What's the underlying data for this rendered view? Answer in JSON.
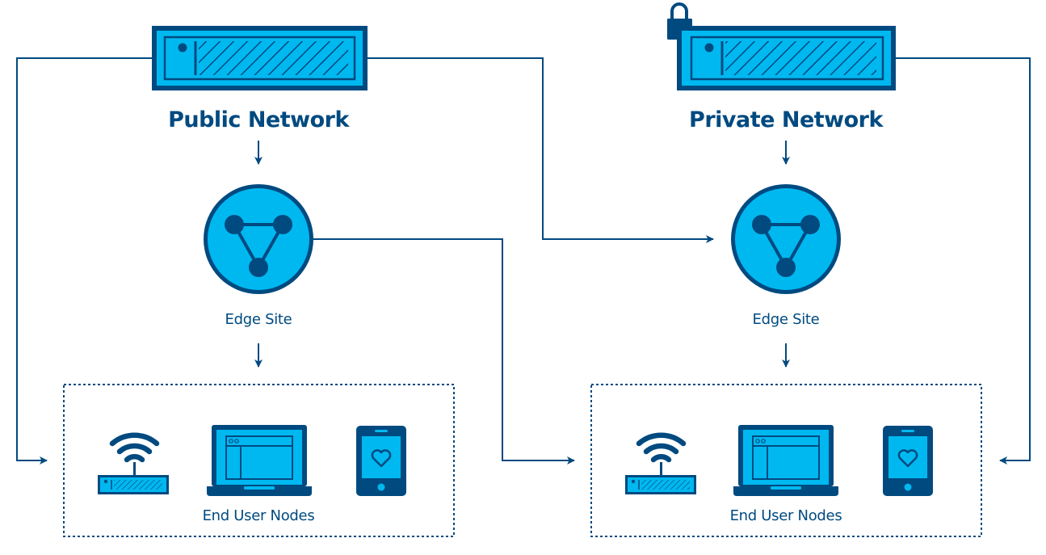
{
  "colors": {
    "dark": "#004a80",
    "light": "#00b8f0",
    "background": "#ffffff"
  },
  "public": {
    "title": "Public Network",
    "edge_label": "Edge Site",
    "nodes_label": "End User Nodes"
  },
  "private": {
    "title": "Private Network",
    "edge_label": "Edge Site",
    "nodes_label": "End User Nodes"
  },
  "icons": [
    "server-icon",
    "lock-icon",
    "edge-site-icon",
    "wifi-router-icon",
    "laptop-icon",
    "tablet-icon",
    "heart-icon"
  ]
}
